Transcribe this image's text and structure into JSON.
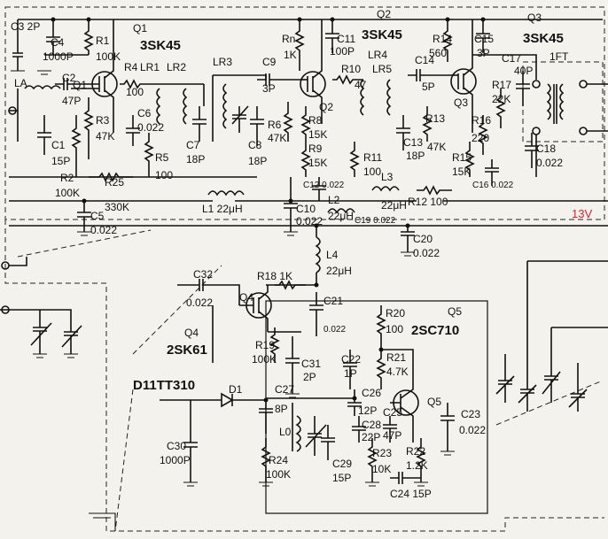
{
  "supply": {
    "label": "13V",
    "color": "#e0202a"
  },
  "transistors": {
    "q1": {
      "ref": "Q1",
      "type": "3SK45"
    },
    "q2": {
      "ref": "Q2",
      "type": "3SK45"
    },
    "q3": {
      "ref": "Q3",
      "type": "3SK45"
    },
    "q4": {
      "ref": "Q4",
      "type": "2SK61"
    },
    "q5": {
      "ref": "Q5",
      "type": "2SC710"
    }
  },
  "diode": {
    "ref": "D1",
    "type": "1TT310"
  },
  "ift": {
    "label": "1FT"
  },
  "components": {
    "c3": "C3 2P",
    "c4": "C4",
    "c4v": "1000P",
    "r1": "R1",
    "r1v": "100K",
    "la": "LA",
    "c2": "C2",
    "c2v": "47P",
    "c1": "C1",
    "c1v": "15P",
    "r3": "R3",
    "r3v": "47K",
    "r2": "R2",
    "r2v": "100K",
    "r4": "R4",
    "r4v": "100",
    "c6": "C6",
    "c6v": "0.022",
    "r5": "R5",
    "r5v": "100",
    "lr1": "LR1",
    "lr2": "LR2",
    "c7": "C7",
    "c7v": "18P",
    "lr3": "LR3",
    "c8": "C8",
    "c8v": "18P",
    "c9": "C9",
    "c9v": "3P",
    "r6": "R6",
    "r6v": "47K",
    "rn": "Rn",
    "rnv": "1K",
    "c11": "C11",
    "c11v": "100P",
    "r8": "R8",
    "r8v": "15K",
    "r9": "R9",
    "r9v": "15K",
    "c12": "C12 0.022",
    "r10": "R10",
    "r10v": "47",
    "lr4": "LR4",
    "lr5": "LR5",
    "c14": "C14",
    "c14v": "5P",
    "c13": "C13",
    "c13v": "18P",
    "r11": "R11",
    "r11v": "100",
    "r13": "R13",
    "r13v": "47K",
    "r14": "R14",
    "r14v": "560",
    "c15": "C15",
    "c15v": "3P",
    "c17": "C17",
    "c17v": "40P",
    "r17": "R17",
    "r17v": "22K",
    "r16": "R16",
    "r16v": "220",
    "r15": "R15",
    "r15v": "15K",
    "c16": "C16 0.022",
    "c18": "C18",
    "c18v": "0.022",
    "r25": "R25",
    "r25v": "330K",
    "c5": "C5",
    "c5v": "0.022",
    "l1": "L1 22μH",
    "c10": "C10",
    "c10v": "0.022",
    "l2": "L2",
    "l2v": "22μH",
    "l3": "L3",
    "l3v": "22μH",
    "c19": "C19 0.022",
    "r12": "R12 100",
    "c20": "C20",
    "c20v": "0.022",
    "l4": "L4",
    "l4v": "22μH",
    "c32": "C32",
    "c32v": "0.022",
    "r18": "R18 1K",
    "c21": "C21",
    "c21v": "0.022",
    "r19": "R19",
    "r19v": "100K",
    "c31": "C31",
    "c31v": "2P",
    "r20": "R20",
    "r20v": "100",
    "c22": "C22",
    "c22v": "1P",
    "r21": "R21",
    "r21v": "4.7K",
    "c26": "C26",
    "c26v": "12P",
    "c25": "C25",
    "c25v": "47P",
    "c23": "C23",
    "c23v": "0.022",
    "c28": "C28",
    "c28v": "22P",
    "c24": "C24 15P",
    "r23": "R23",
    "r23v": "10K",
    "r22": "R22",
    "r22v": "1.2K",
    "c27": "C27",
    "c27v": "8P",
    "l0": "L0",
    "c29": "C29",
    "c29v": "15P",
    "r24": "R24",
    "r24v": "100K",
    "c30": "C30",
    "c30v": "1000P"
  }
}
